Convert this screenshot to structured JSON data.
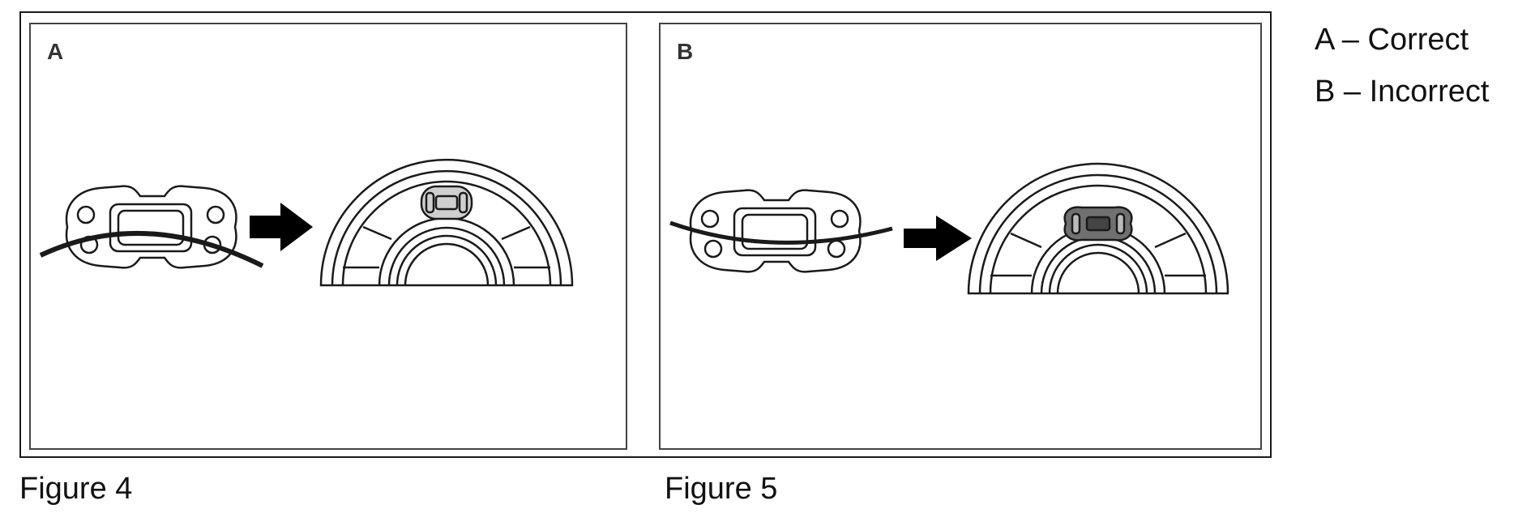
{
  "panel_a": {
    "letter": "A"
  },
  "panel_b": {
    "letter": "B"
  },
  "legend": {
    "a": "A – Correct",
    "b": "B – Incorrect"
  },
  "captions": {
    "figure_4": "Figure 4",
    "figure_5": "Figure 5"
  },
  "colors": {
    "line": "#1a1a1a",
    "pad_fill_correct": "#cfcfcf",
    "pad_fill_incorrect": "#707070",
    "arrow": "#000000"
  },
  "icons": [
    "clip-icon",
    "arrow-right-icon",
    "seal-icon"
  ]
}
